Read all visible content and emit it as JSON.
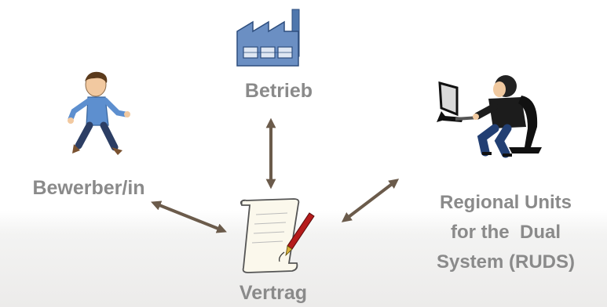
{
  "nodes": {
    "betrieb": {
      "label": "Betrieb",
      "icon": "factory-icon"
    },
    "bewerber": {
      "label": "Bewerber/in",
      "icon": "walking-person-icon"
    },
    "vertrag": {
      "label": "Vertrag",
      "icon": "contract-scroll-icon"
    },
    "ruds": {
      "label_lines": [
        "Regional Units",
        "for the  Dual",
        "System (RUDS)"
      ],
      "icon": "person-at-computer-icon"
    }
  },
  "connections": [
    {
      "from": "betrieb",
      "to": "vertrag",
      "style": "double-arrow"
    },
    {
      "from": "bewerber",
      "to": "vertrag",
      "style": "double-arrow"
    },
    {
      "from": "ruds",
      "to": "vertrag",
      "style": "double-arrow"
    }
  ],
  "colors": {
    "label": "#8a8a8a",
    "arrow": "#6b5b4b",
    "factory": "#5a7fb4"
  }
}
